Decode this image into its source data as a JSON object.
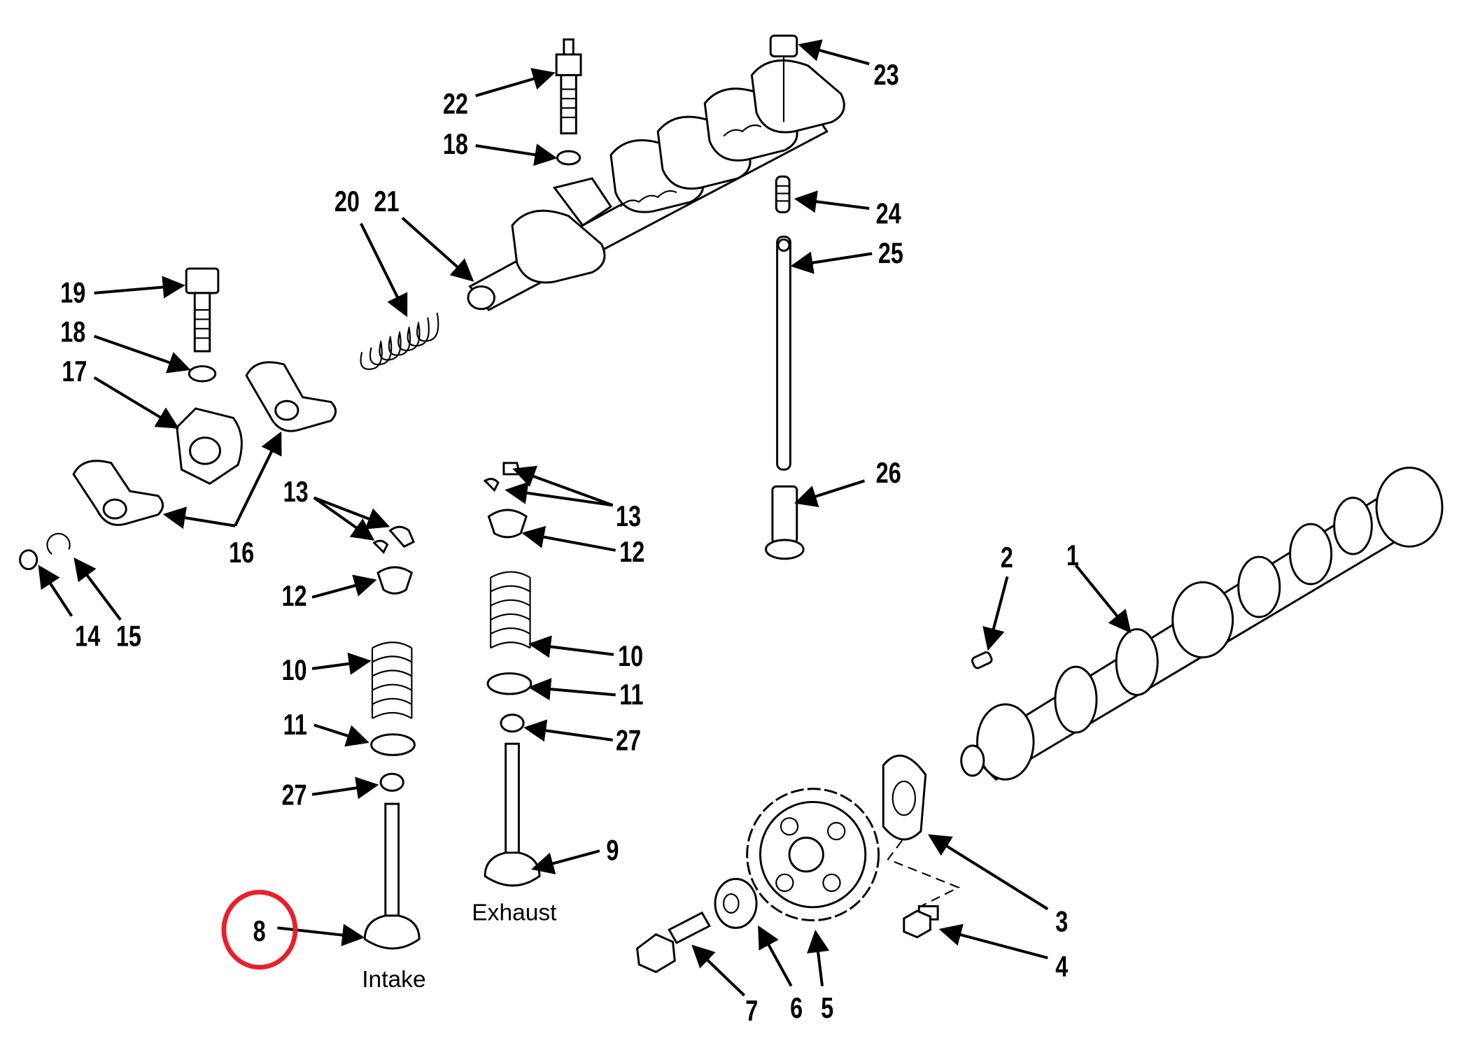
{
  "diagram": {
    "title": "Valve train / camshaft exploded view",
    "highlight_color": "#e8202a",
    "highlighted_callout": "8",
    "captions": {
      "intake": "Intake",
      "exhaust": "Exhaust"
    },
    "callouts": {
      "c1": "1",
      "c2": "2",
      "c3": "3",
      "c4": "4",
      "c5": "5",
      "c6": "6",
      "c7": "7",
      "c8": "8",
      "c9": "9",
      "c10a": "10",
      "c10b": "10",
      "c11a": "11",
      "c11b": "11",
      "c12a": "12",
      "c12b": "12",
      "c13a": "13",
      "c13b": "13",
      "c14": "14",
      "c15": "15",
      "c16": "16",
      "c17": "17",
      "c18a": "18",
      "c18b": "18",
      "c19": "19",
      "c20": "20",
      "c21": "21",
      "c22": "22",
      "c23": "23",
      "c24": "24",
      "c25": "25",
      "c26": "26",
      "c27a": "27",
      "c27b": "27"
    }
  }
}
